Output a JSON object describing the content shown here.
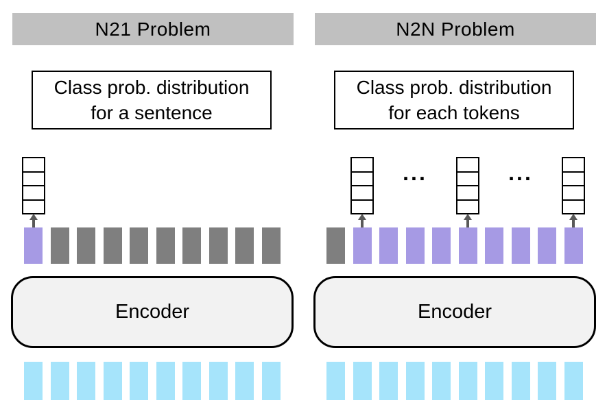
{
  "colors": {
    "header_bg": "#c0c0c0",
    "encoder_bg": "#f2f2f2",
    "highlight": "#a69ae4",
    "muted": "#7f7f7f",
    "input": "#a6e4fb",
    "arrow": "#595959"
  },
  "panels": [
    {
      "header": "N21 Problem",
      "description": {
        "line1": "Class prob. distribution",
        "line2": "for a sentence"
      },
      "encoder_label": "Encoder",
      "tokens": [
        "highlight",
        "muted",
        "muted",
        "muted",
        "muted",
        "muted",
        "muted",
        "muted",
        "muted",
        "muted"
      ],
      "input_token_count": 10,
      "probability_stacks": {
        "cell_count": 4,
        "token_positions": [
          0
        ]
      },
      "ellipsis": {
        "text": "...",
        "token_positions": []
      }
    },
    {
      "header": "N2N Problem",
      "description": {
        "line1": "Class prob. distribution",
        "line2": "for each tokens"
      },
      "encoder_label": "Encoder",
      "tokens": [
        "muted",
        "highlight",
        "highlight",
        "highlight",
        "highlight",
        "highlight",
        "highlight",
        "highlight",
        "highlight",
        "highlight"
      ],
      "input_token_count": 10,
      "probability_stacks": {
        "cell_count": 4,
        "token_positions": [
          1,
          5,
          9
        ]
      },
      "ellipsis": {
        "text": "...",
        "token_positions": [
          3,
          7
        ]
      }
    }
  ]
}
